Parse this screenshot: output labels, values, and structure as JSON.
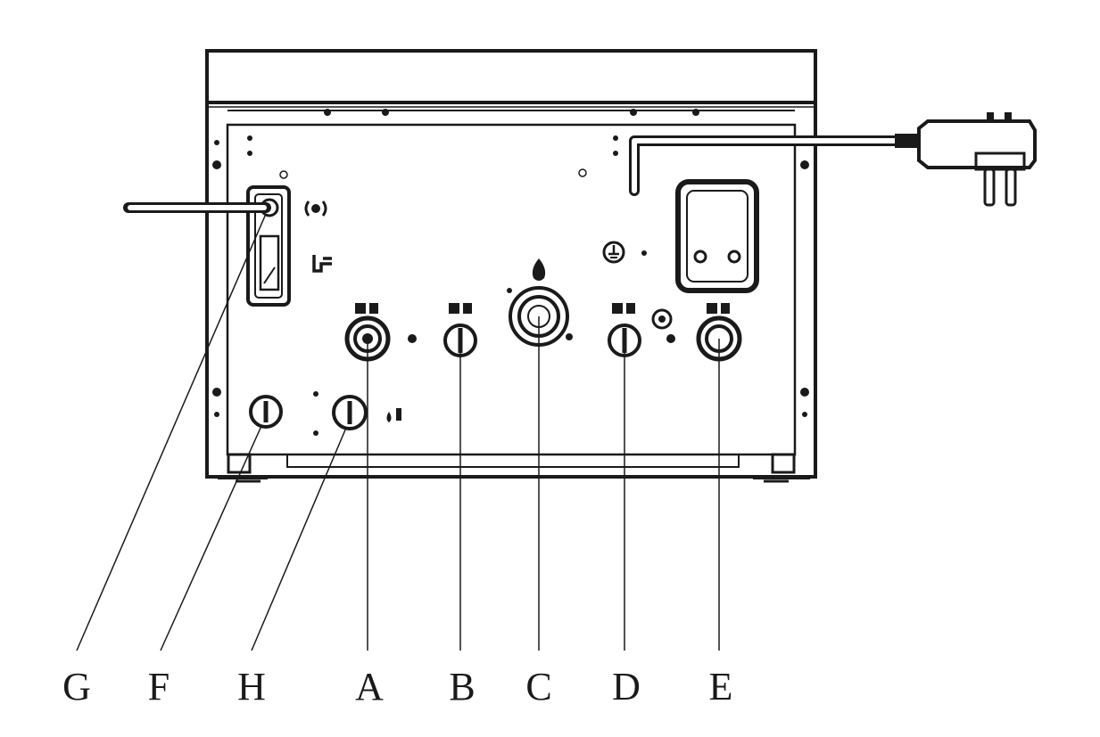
{
  "diagram": {
    "callouts": [
      {
        "id": "G",
        "label": "G"
      },
      {
        "id": "F",
        "label": "F"
      },
      {
        "id": "H",
        "label": "H"
      },
      {
        "id": "A",
        "label": "A"
      },
      {
        "id": "B",
        "label": "B"
      },
      {
        "id": "C",
        "label": "C"
      },
      {
        "id": "D",
        "label": "D"
      },
      {
        "id": "E",
        "label": "E"
      }
    ],
    "colors": {
      "line": "#1a1a1a",
      "background": "#ffffff"
    }
  }
}
